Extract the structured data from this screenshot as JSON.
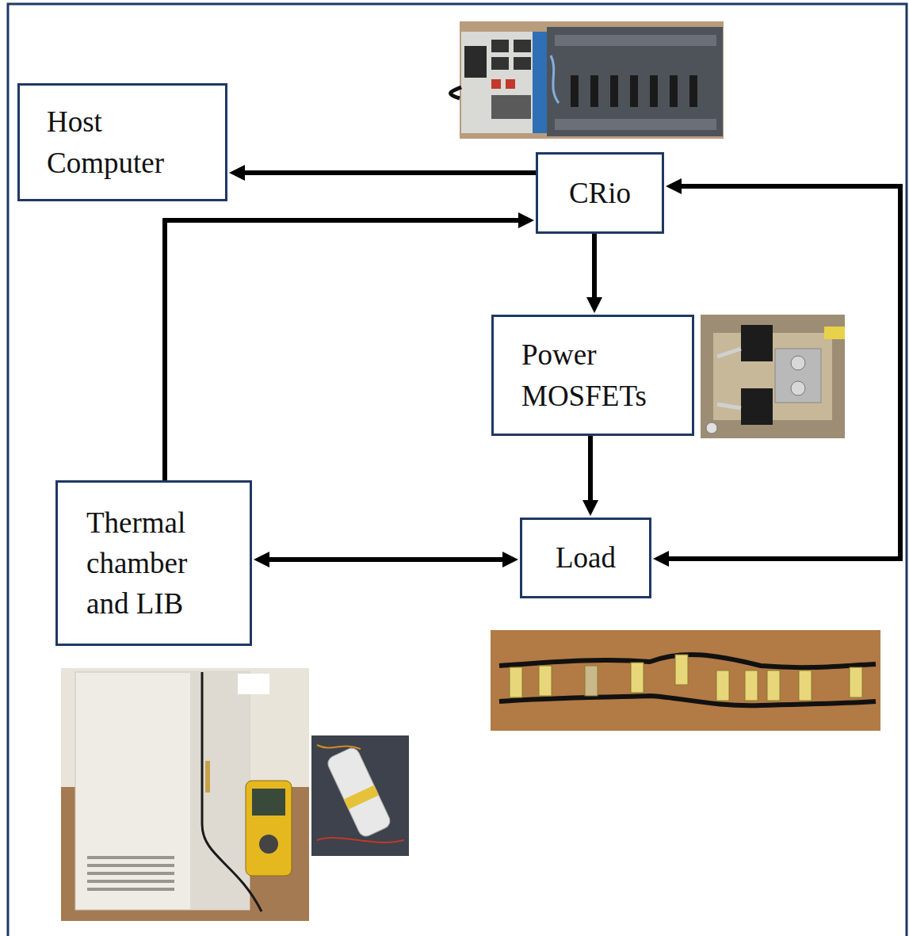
{
  "diagram": {
    "nodes": [
      {
        "text": [
          "Host Computer"
        ]
      },
      {
        "text": [
          "CRio"
        ]
      },
      {
        "text": [
          "Power MOSFETs"
        ]
      },
      {
        "text": [
          "Thermal chamber and LIB"
        ]
      },
      {
        "text": [
          "Load"
        ]
      }
    ],
    "edges": [
      {
        "from": 1,
        "to": 0,
        "arrow": "to"
      },
      {
        "from": 3,
        "to": 1,
        "arrow": "to"
      },
      {
        "from": 1,
        "to": 2,
        "arrow": "to"
      },
      {
        "from": 2,
        "to": 4,
        "arrow": "to"
      },
      {
        "from": 3,
        "to": 4,
        "arrow": "both"
      },
      {
        "from": 1,
        "to": 4,
        "arrow": "both"
      }
    ]
  }
}
